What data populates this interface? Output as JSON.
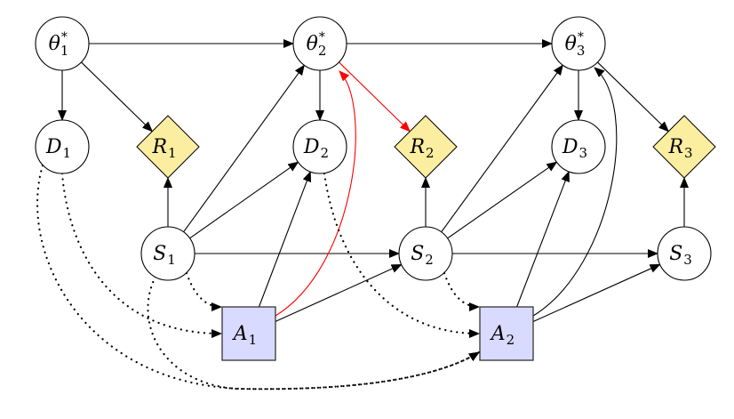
{
  "diagram": {
    "title": "",
    "nodes": [
      {
        "id": "theta1",
        "base": "θ",
        "sub": "1",
        "sup": "*",
        "shape": "circle"
      },
      {
        "id": "theta2",
        "base": "θ",
        "sub": "2",
        "sup": "*",
        "shape": "circle"
      },
      {
        "id": "theta3",
        "base": "θ",
        "sub": "3",
        "sup": "*",
        "shape": "circle"
      },
      {
        "id": "D1",
        "base": "D",
        "sub": "1",
        "sup": "",
        "shape": "circle"
      },
      {
        "id": "D2",
        "base": "D",
        "sub": "2",
        "sup": "",
        "shape": "circle"
      },
      {
        "id": "D3",
        "base": "D",
        "sub": "3",
        "sup": "",
        "shape": "circle"
      },
      {
        "id": "R1",
        "base": "R",
        "sub": "1",
        "sup": "",
        "shape": "diamond"
      },
      {
        "id": "R2",
        "base": "R",
        "sub": "2",
        "sup": "",
        "shape": "diamond"
      },
      {
        "id": "R3",
        "base": "R",
        "sub": "3",
        "sup": "",
        "shape": "diamond"
      },
      {
        "id": "S1",
        "base": "S",
        "sub": "1",
        "sup": "",
        "shape": "circle"
      },
      {
        "id": "S2",
        "base": "S",
        "sub": "2",
        "sup": "",
        "shape": "circle"
      },
      {
        "id": "S3",
        "base": "S",
        "sub": "3",
        "sup": "",
        "shape": "circle"
      },
      {
        "id": "A1",
        "base": "A",
        "sub": "1",
        "sup": "",
        "shape": "square"
      },
      {
        "id": "A2",
        "base": "A",
        "sub": "2",
        "sup": "",
        "shape": "square"
      }
    ],
    "edges": [
      {
        "from": "theta1",
        "to": "theta2",
        "style": "solid",
        "color": "black"
      },
      {
        "from": "theta2",
        "to": "theta3",
        "style": "solid",
        "color": "black"
      },
      {
        "from": "theta1",
        "to": "D1",
        "style": "solid",
        "color": "black"
      },
      {
        "from": "theta1",
        "to": "R1",
        "style": "solid",
        "color": "black"
      },
      {
        "from": "theta2",
        "to": "D2",
        "style": "solid",
        "color": "black"
      },
      {
        "from": "theta2",
        "to": "R2",
        "style": "solid",
        "color": "red"
      },
      {
        "from": "theta3",
        "to": "D3",
        "style": "solid",
        "color": "black"
      },
      {
        "from": "theta3",
        "to": "R3",
        "style": "solid",
        "color": "black"
      },
      {
        "from": "S1",
        "to": "R1",
        "style": "solid",
        "color": "black"
      },
      {
        "from": "S1",
        "to": "theta2",
        "style": "solid",
        "color": "black"
      },
      {
        "from": "S1",
        "to": "D2",
        "style": "solid",
        "color": "black"
      },
      {
        "from": "S1",
        "to": "S2",
        "style": "solid",
        "color": "black"
      },
      {
        "from": "A1",
        "to": "D2",
        "style": "solid",
        "color": "black"
      },
      {
        "from": "A1",
        "to": "S2",
        "style": "solid",
        "color": "black"
      },
      {
        "from": "A1",
        "to": "theta2",
        "style": "curved",
        "color": "red"
      },
      {
        "from": "S2",
        "to": "R2",
        "style": "solid",
        "color": "black"
      },
      {
        "from": "S2",
        "to": "theta3",
        "style": "solid",
        "color": "black"
      },
      {
        "from": "S2",
        "to": "D3",
        "style": "solid",
        "color": "black"
      },
      {
        "from": "S2",
        "to": "S3",
        "style": "solid",
        "color": "black"
      },
      {
        "from": "A2",
        "to": "D3",
        "style": "solid",
        "color": "black"
      },
      {
        "from": "A2",
        "to": "S3",
        "style": "solid",
        "color": "black"
      },
      {
        "from": "A2",
        "to": "theta3",
        "style": "curved",
        "color": "black"
      },
      {
        "from": "S3",
        "to": "R3",
        "style": "solid",
        "color": "black"
      },
      {
        "from": "S1",
        "to": "A1",
        "style": "dotted",
        "color": "black"
      },
      {
        "from": "D1",
        "to": "A1",
        "style": "dotted",
        "color": "black"
      },
      {
        "from": "D1",
        "to": "A2",
        "style": "dotted",
        "color": "black"
      },
      {
        "from": "S1",
        "to": "A2",
        "style": "dotted",
        "color": "black"
      },
      {
        "from": "S2",
        "to": "A2",
        "style": "dotted",
        "color": "black"
      },
      {
        "from": "D2",
        "to": "A2",
        "style": "dotted",
        "color": "black"
      }
    ],
    "colors": {
      "reward_fill": "#fbeea0",
      "action_fill": "#d9daff",
      "highlight_edge": "#ff0000",
      "edge": "#000000"
    }
  }
}
